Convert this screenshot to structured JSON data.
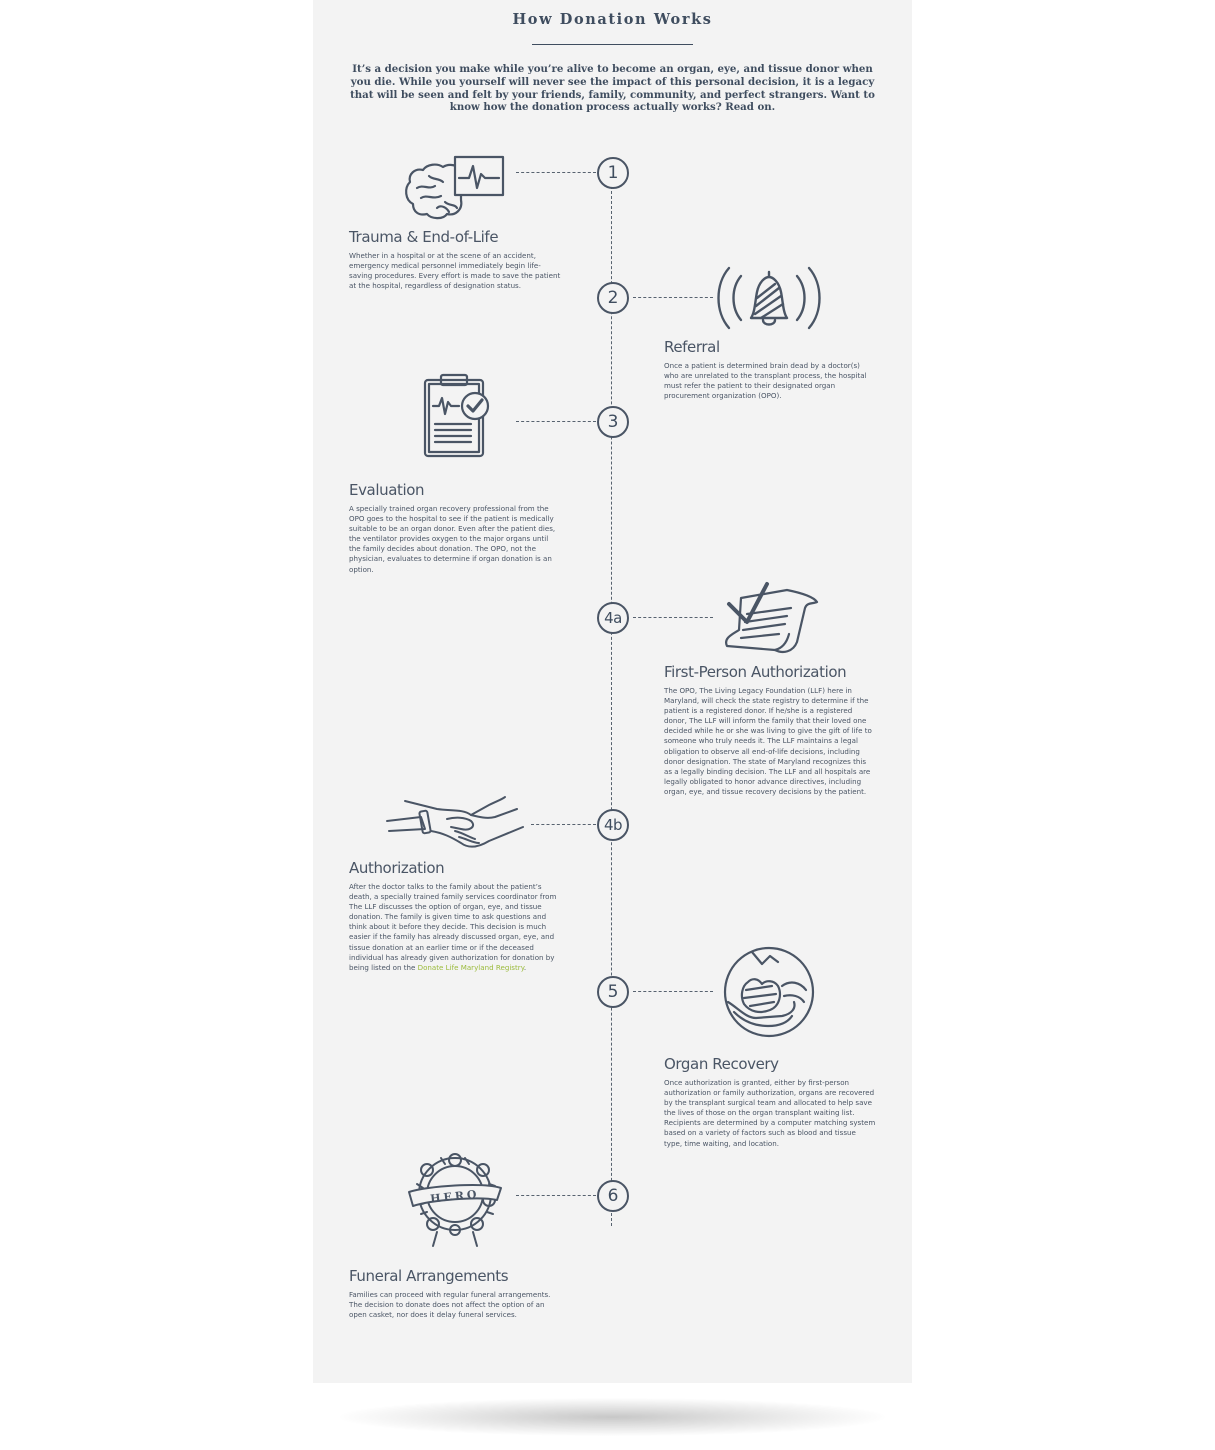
{
  "header": {
    "title": "How Donation Works",
    "intro": "It’s a decision you make while you’re alive to become an organ, eye, and tissue donor when you die. While you yourself will never see the impact of this personal decision, it is a legacy that will be seen and felt by your friends, family, community, and perfect strangers. Want to know how the donation process actually works? Read on."
  },
  "steps": [
    {
      "number": "1",
      "title": "Trauma & End-of-Life",
      "text": "Whether in a hospital or at the scene of an accident, emergency medical personnel immediately begin life-saving procedures. Every effort is made to save the patient at the hospital, regardless of designation status.",
      "icon": "brain-monitor-icon"
    },
    {
      "number": "2",
      "title": "Referral",
      "text": "Once a patient is determined brain dead by a doctor(s) who are unrelated to the transplant process, the hospital must refer the patient to their designated organ procurement organization (OPO).",
      "icon": "ringing-bell-icon"
    },
    {
      "number": "3",
      "title": "Evaluation",
      "text": "A specially trained organ recovery professional from the OPO goes to the hospital to see if the patient is medically suitable to be an organ donor. Even after the patient dies, the ventilator provides oxygen to the major organs until the family decides about donation. The OPO, not the physician, evaluates to determine if organ donation is an option.",
      "icon": "clipboard-check-icon"
    },
    {
      "number": "4a",
      "title": "First-Person Authorization",
      "text": "The OPO, The Living Legacy Foundation (LLF) here in Maryland, will check the state registry to determine if the patient is a registered donor. If he/she is a registered donor, The LLF will inform the family that their loved one decided while he or she was living to give the gift of life to someone who truly needs it. The LLF maintains a legal obligation to observe all end-of-life decisions, including donor designation. The state of Maryland recognizes this as a legally binding decision. The LLF and all hospitals are legally obligated to honor advance directives, including organ, eye, and tissue recovery decisions by the patient.",
      "icon": "signed-document-icon"
    },
    {
      "number": "4b",
      "title": "Authorization",
      "text": "After the doctor talks to the family about the patient’s death, a specially trained family services coordinator from The LLF discusses the option of organ, eye, and tissue donation. The family is given time to ask questions and think about it before they decide. This decision is much easier if the family has already discussed organ, eye, and tissue donation at an earlier time or if the deceased individual has already given authorization for donation by being listed on the ",
      "link": "Donate Life Maryland Registry",
      "text_end": ".",
      "icon": "handshake-icon"
    },
    {
      "number": "5",
      "title": "Organ Recovery",
      "text": "Once authorization is granted, either by first-person authorization or family authorization, organs are recovered by the transplant surgical team and allocated to help save the lives of those on the organ transplant waiting list. Recipients are determined by a computer matching system based on a variety of factors such as blood and tissue type, time waiting, and location.",
      "icon": "hands-heart-icon"
    },
    {
      "number": "6",
      "title": "Funeral Arrangements",
      "text": "Families can proceed with regular funeral arrangements. The decision to donate does not affect the option of an open casket, nor does it delay funeral services.",
      "icon": "hero-wreath-icon",
      "icon_text": "HERO"
    }
  ],
  "colors": {
    "card_background": "#f3f3f3",
    "ink": "#3f4d5f",
    "link": "#9bbb3c"
  }
}
